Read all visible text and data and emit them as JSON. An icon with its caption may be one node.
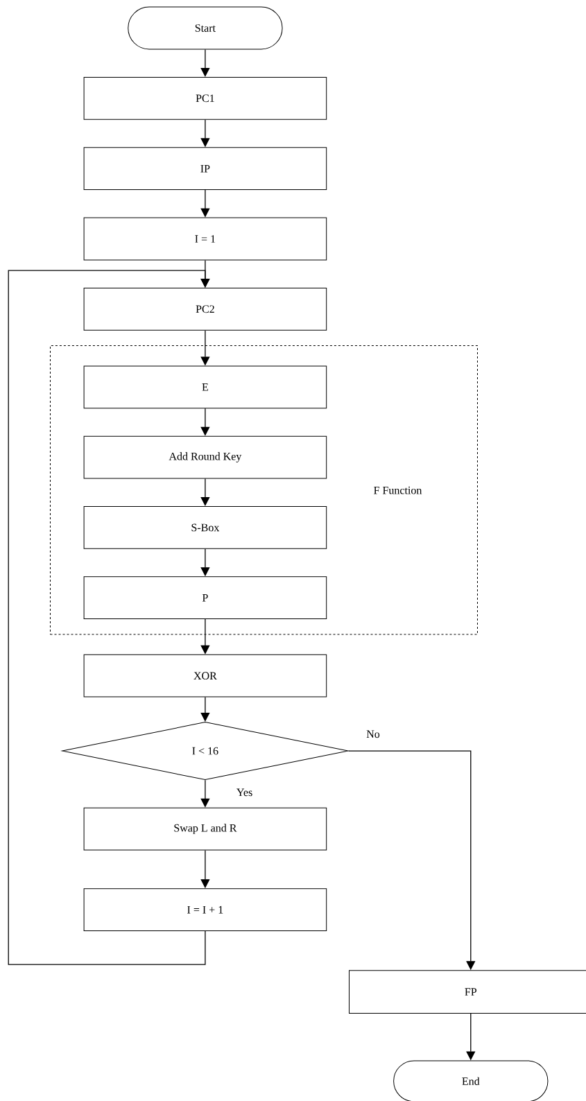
{
  "diagram": {
    "nodes": [
      {
        "text": [
          "Start"
        ]
      },
      {
        "text": [
          "PC1"
        ]
      },
      {
        "text": [
          "IP"
        ]
      },
      {
        "text": [
          "I = 1"
        ]
      },
      {
        "text": [
          "PC2"
        ]
      },
      {
        "text": [
          "F Function"
        ]
      },
      {
        "text": [
          "E"
        ],
        "in": 5
      },
      {
        "text": [
          "Add Round Key"
        ],
        "in": 5
      },
      {
        "text": [
          "S-Box"
        ],
        "in": 5
      },
      {
        "text": [
          "P"
        ],
        "in": 5
      },
      {
        "text": [
          "XOR"
        ]
      },
      {
        "text": [
          "I < 16"
        ]
      },
      {
        "text": [
          "Swap L and R"
        ]
      },
      {
        "text": [
          "I = I + 1"
        ]
      },
      {
        "text": [
          "FP"
        ]
      },
      {
        "text": [
          "End"
        ]
      }
    ],
    "edges": [
      {
        "from": 0,
        "to": 1,
        "arrow": "to"
      },
      {
        "from": 1,
        "to": 2,
        "arrow": "to"
      },
      {
        "from": 2,
        "to": 3,
        "arrow": "to"
      },
      {
        "from": 3,
        "to": 4,
        "arrow": "to"
      },
      {
        "from": 4,
        "to": 6,
        "arrow": "to"
      },
      {
        "from": 6,
        "to": 7,
        "arrow": "to"
      },
      {
        "from": 7,
        "to": 8,
        "arrow": "to"
      },
      {
        "from": 8,
        "to": 9,
        "arrow": "to"
      },
      {
        "from": 9,
        "to": 10,
        "arrow": "to"
      },
      {
        "from": 10,
        "to": 11,
        "arrow": "to"
      },
      {
        "from": 11,
        "to": 12,
        "arrow": "to",
        "label": "Yes"
      },
      {
        "from": 12,
        "to": 13,
        "arrow": "to"
      },
      {
        "from": 13,
        "to": 4,
        "arrow": "to"
      },
      {
        "from": 11,
        "to": 14,
        "arrow": "to",
        "label": "No"
      },
      {
        "from": 14,
        "to": 15,
        "arrow": "to"
      }
    ]
  }
}
